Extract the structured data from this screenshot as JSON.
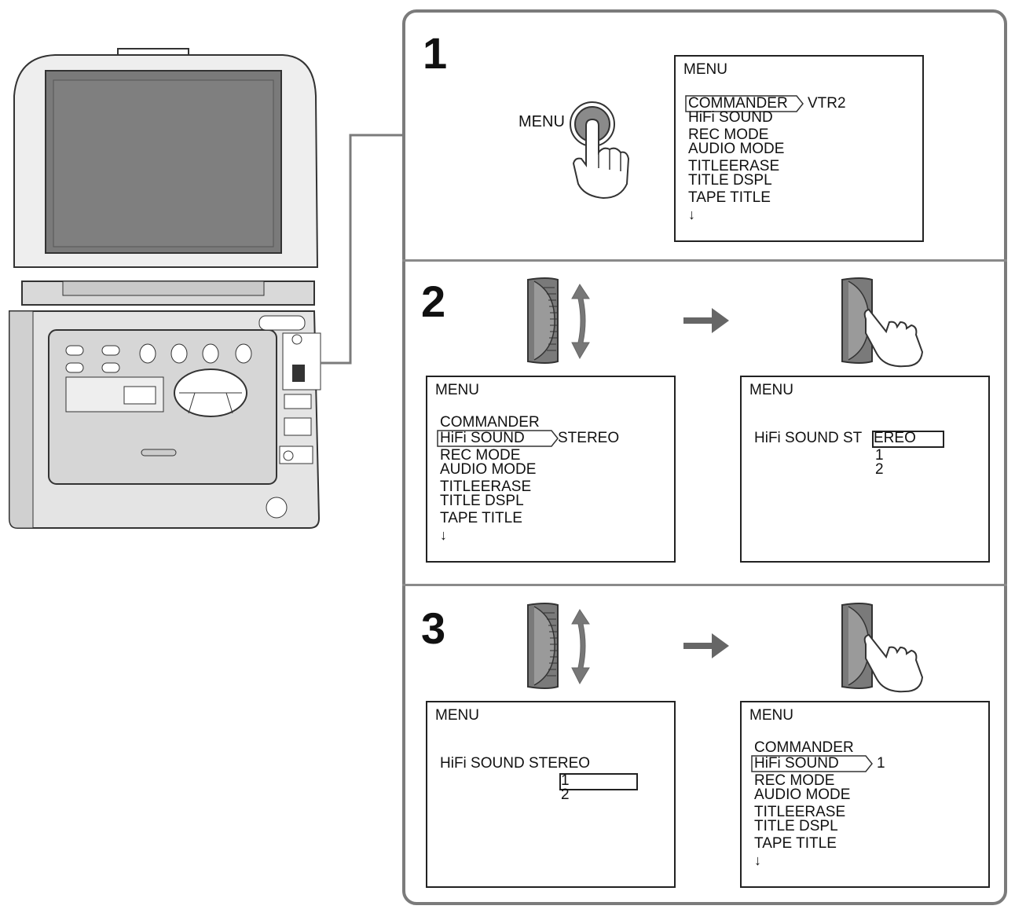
{
  "steps": [
    {
      "number": "1",
      "button_label": "MENU",
      "screen": {
        "title": "MENU",
        "items": [
          "COMMANDER",
          "HiFi SOUND",
          "REC MODE",
          "AUDIO MODE",
          "TITLEERASE",
          "TITLE DSPL",
          "TAPE TITLE"
        ],
        "highlighted": "COMMANDER",
        "highlight_value": "VTR2",
        "more_indicator": "↓"
      }
    },
    {
      "number": "2",
      "screen_left": {
        "title": "MENU",
        "items": [
          "COMMANDER",
          "HiFi SOUND",
          "REC MODE",
          "AUDIO MODE",
          "TITLEERASE",
          "TITLE DSPL",
          "TAPE TITLE"
        ],
        "highlighted": "HiFi SOUND",
        "highlight_value": "STEREO",
        "more_indicator": "↓"
      },
      "screen_right": {
        "title": "MENU",
        "setting_label": "HiFi SOUND ST",
        "options": [
          "EREO",
          "1",
          "2"
        ],
        "selected": "EREO"
      }
    },
    {
      "number": "3",
      "screen_left": {
        "title": "MENU",
        "setting_label": "HiFi SOUND STEREO",
        "options": [
          "1",
          "2"
        ],
        "selected": "1"
      },
      "screen_right": {
        "title": "MENU",
        "items": [
          "COMMANDER",
          "HiFi SOUND",
          "REC MODE",
          "AUDIO MODE",
          "TITLEERASE",
          "TITLE DSPL",
          "TAPE TITLE"
        ],
        "highlighted": "HiFi SOUND",
        "highlight_value": "1",
        "more_indicator": "↓"
      }
    }
  ],
  "icons": [
    "vcr-device-illustration",
    "menu-button-press-icon",
    "control-dial-rotate-icon",
    "control-dial-press-icon",
    "right-arrow-icon"
  ],
  "colors": {
    "line": "#7b7b7b",
    "dial_gray": "#6e6e6e",
    "arrow_gray": "#5c5c5c"
  }
}
